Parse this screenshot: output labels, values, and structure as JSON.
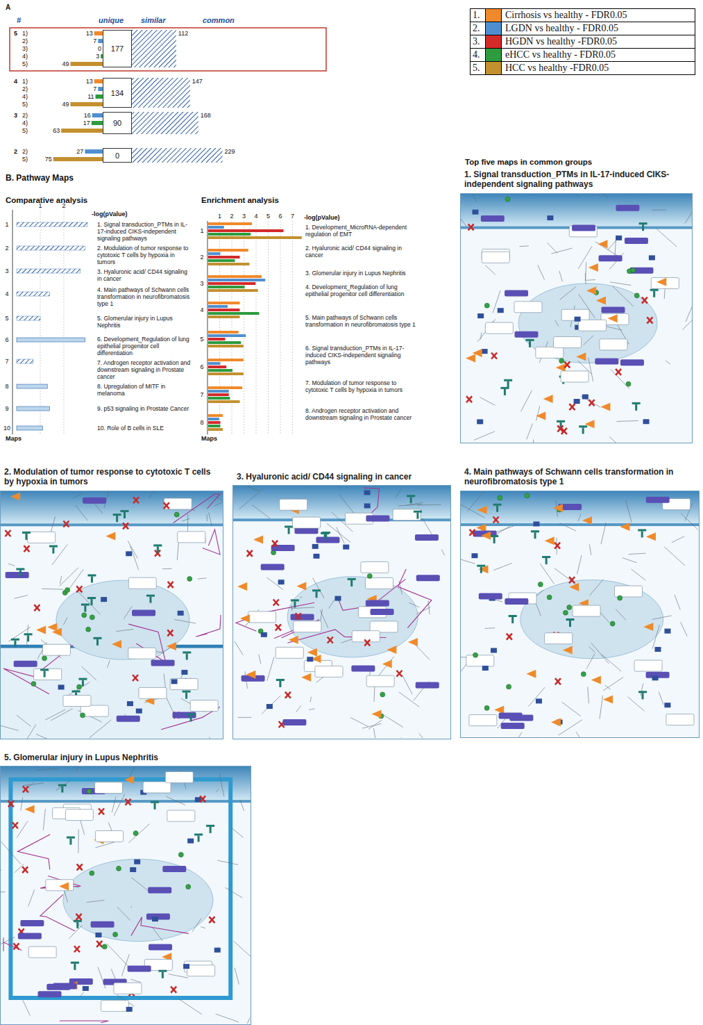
{
  "diagram": {
    "nodes": [
      {
        "text": [
          "177"
        ]
      },
      {
        "text": [
          "134"
        ]
      },
      {
        "text": [
          "90"
        ]
      },
      {
        "text": [
          "0"
        ]
      },
      {
        "text": [
          "1. Signal transduction_PTMs in IL-17-induced CIKS-independent signaling pathways"
        ]
      },
      {
        "text": [
          "2. Modulation of tumor response to cytotoxic T cells by hypoxia in tumors"
        ]
      },
      {
        "text": [
          "3. Hyaluronic acid/ CD44 signaling in cancer"
        ]
      },
      {
        "text": [
          "4. Main pathways of Schwann cells transformation in neurofibromatosis type 1"
        ]
      },
      {
        "text": [
          "5. Glomerular injury in Lupus Nephritis"
        ]
      }
    ],
    "labels": [
      "A",
      "#",
      "unique",
      "similar",
      "common",
      "5",
      "1)",
      "2)",
      "3)",
      "4)",
      "5)",
      "13",
      "7",
      "0",
      "3",
      "49",
      "112",
      "4",
      "1)",
      "2)",
      "4)",
      "5)",
      "13",
      "7",
      "11",
      "49",
      "147",
      "3",
      "2)",
      "4)",
      "5)",
      "16",
      "17",
      "63",
      "168",
      "2",
      "2)",
      "5)",
      "27",
      "75",
      "229",
      "1.",
      "2.",
      "3.",
      "4.",
      "5.",
      "B. Pathway Maps",
      "Comparative analysis",
      "Enrichment analysis",
      "1",
      "2",
      "-log(pValue)",
      "1",
      "2",
      "3",
      "4",
      "5",
      "6",
      "7",
      "8",
      "9",
      "10",
      "1. Signal transduction_PTMs in IL-17-induced CIKS-independent signaling pathways",
      "2. Modulation of tumor response to cytotoxic T cells by hypoxia in tumors",
      "3. Hyaluronic acid/ CD44 signaling in cancer",
      "4. Main pathways of Schwann cells transformation in neurofibromatosis type 1",
      "5. Glomerular injury in Lupus Nephritis",
      "6. Development_Regulation of lung epithelial progenitor cell differentiation",
      "7. Androgen receptor activation and downstream signaling in Prostate cancer",
      "8. Upregulation of MITF in melanoma",
      "9. p53 signaling in Prostate Cancer",
      "10. Role of B cells in SLE",
      "Maps",
      "1",
      "2",
      "3",
      "4",
      "5",
      "6",
      "7",
      "-log(pValue)",
      "1",
      "2",
      "3",
      "4",
      "5",
      "6",
      "7",
      "8",
      "1. Development_MicroRNA-dependent regulation of EMT",
      "2. Hyaluronic acid/ CD44 signaling in cancer",
      "3. Glomerular injury in Lupus Nephritis",
      "4. Development_Regulation of lung epithelial progenitor cell differentiation",
      "5. Main pathways of Schwann cells transformation in neurofibromatosis type 1",
      "6. Signal transduction_PTMs in IL-17-induced CIKS-independent signaling pathways",
      "7. Modulation of tumor response to cytotoxic T cells by hypoxia in tumors",
      "8. Androgen receptor activation and downstream signaling in Prostate cancer",
      "Maps",
      "Top five maps in common groups"
    ],
    "legend": [
      {
        "text": "Cirrhosis vs healthy - FDR0.05",
        "color": "#f0892b"
      },
      {
        "text": "LGDN vs healthy - FDR0.05",
        "color": "#4f8fd0"
      },
      {
        "text": "HGDN vs healthy -FDR0.05",
        "color": "#d42a2a"
      },
      {
        "text": "eHCC vs healthy - FDR0.05",
        "color": "#2e9b3e"
      },
      {
        "text": "HCC vs healthy -FDR0.05",
        "color": "#c3902f"
      }
    ]
  }
}
